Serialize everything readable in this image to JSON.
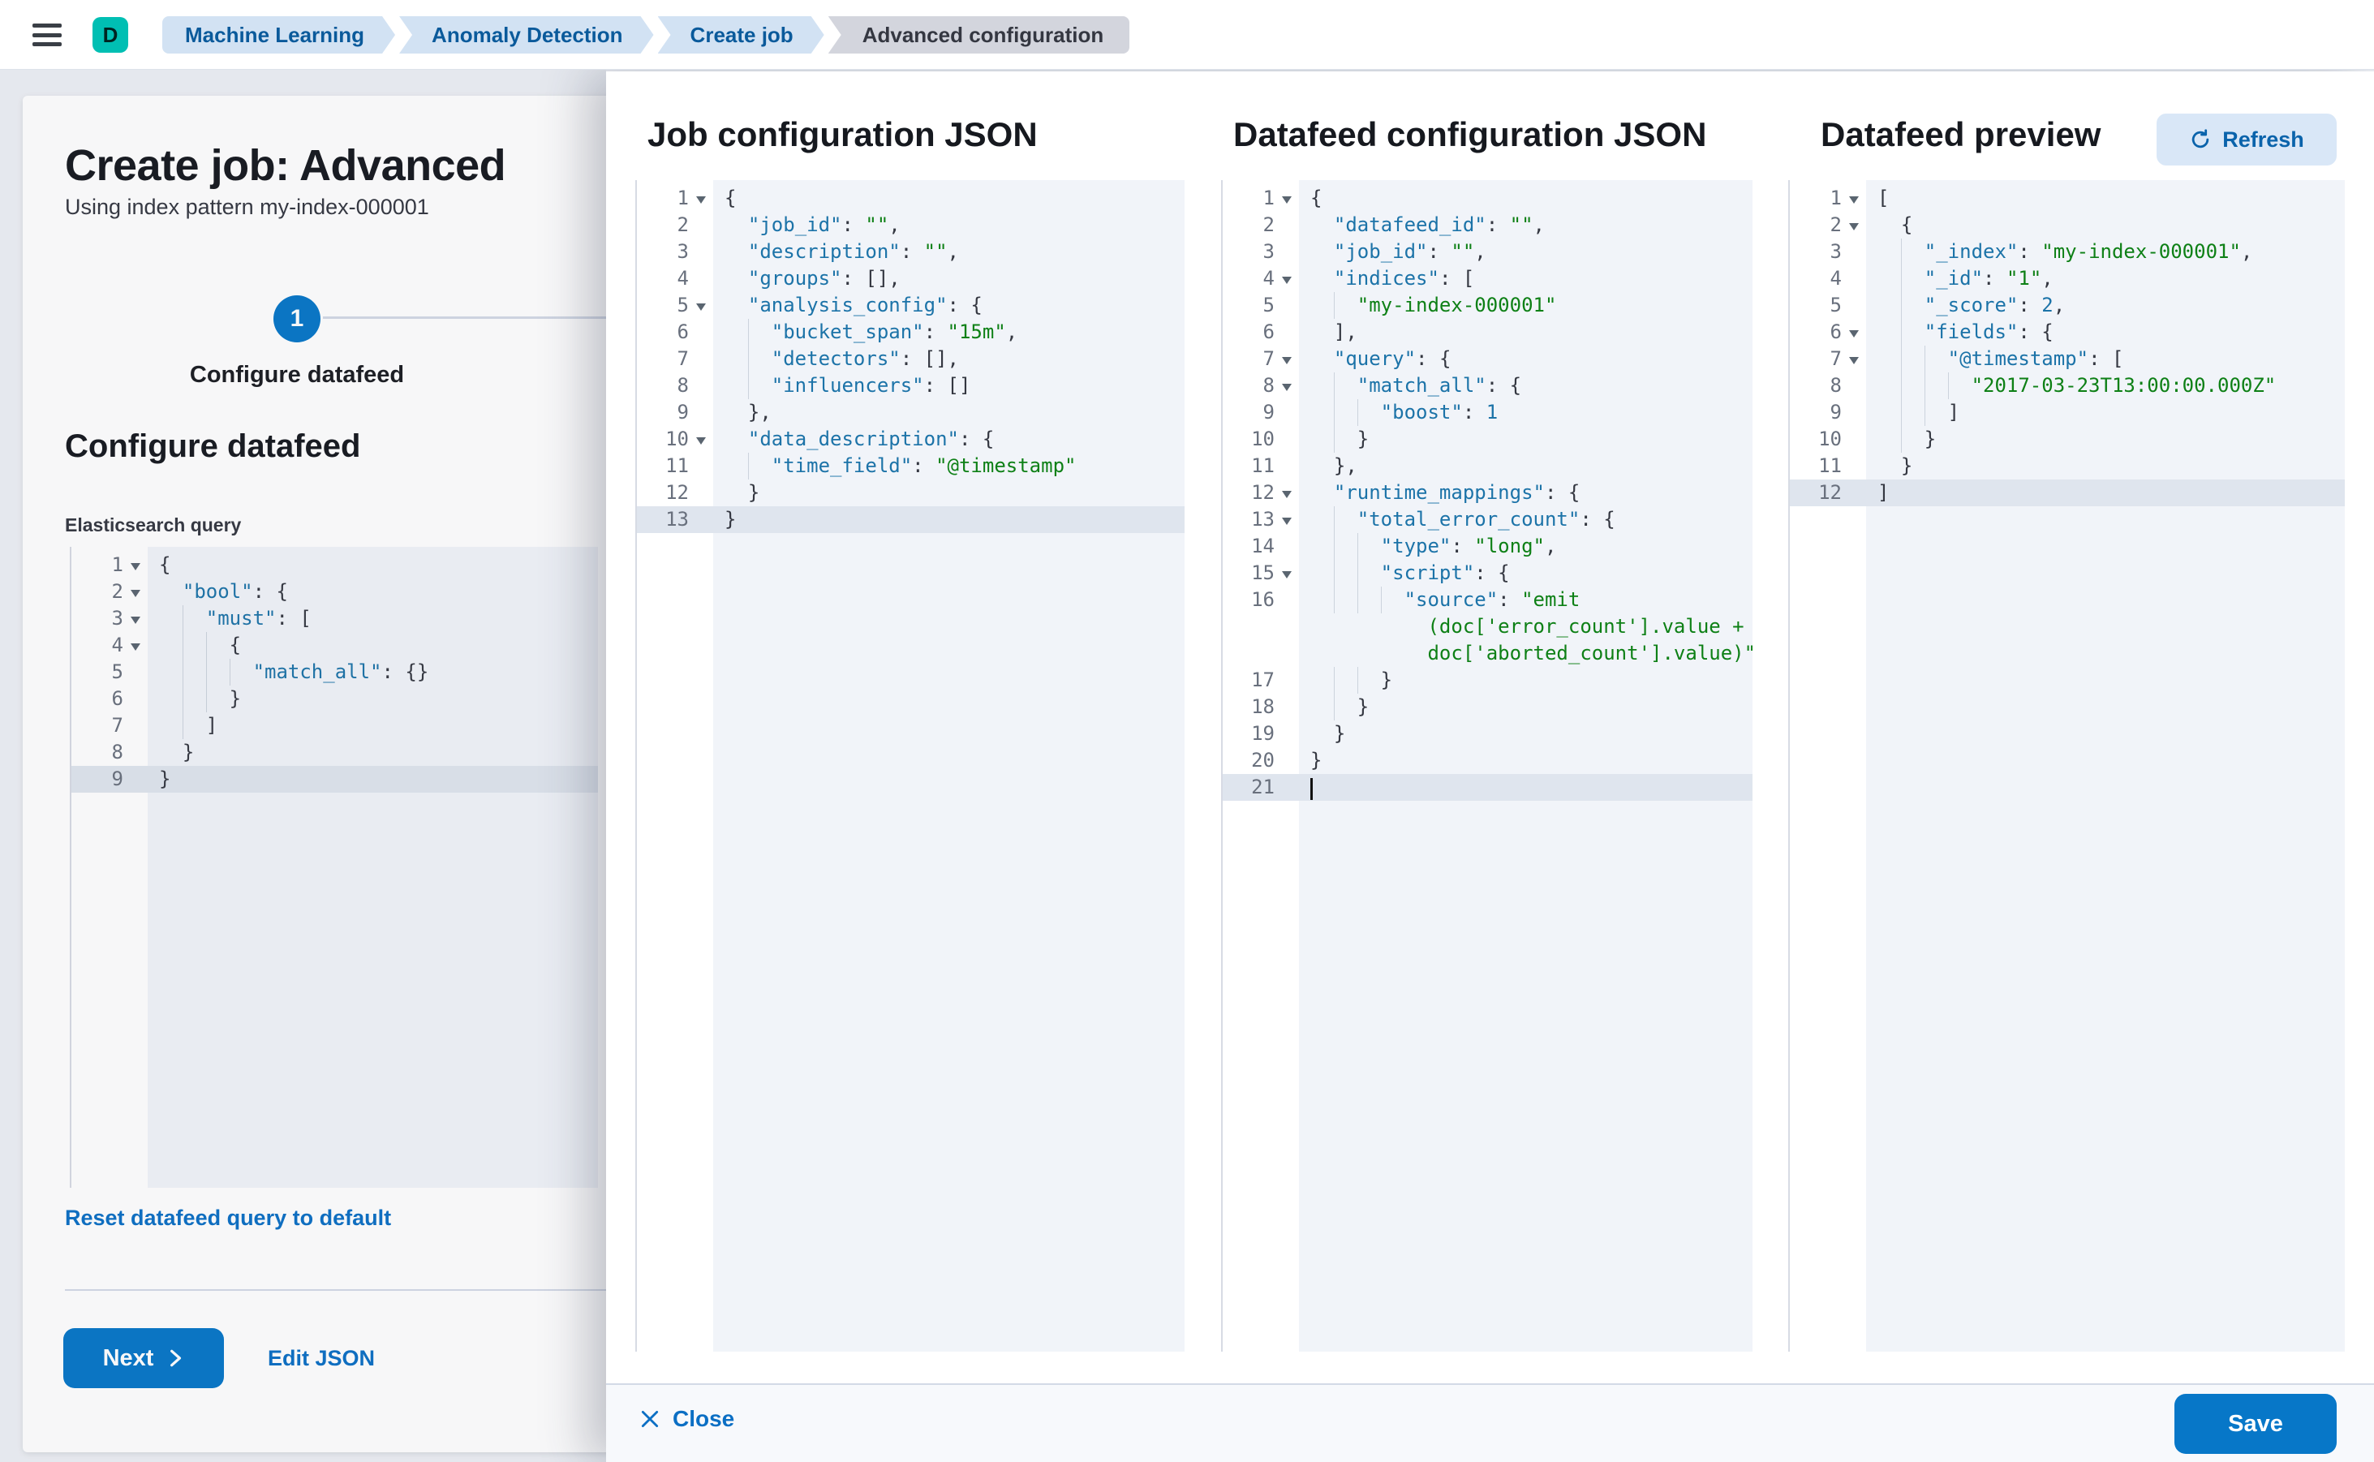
{
  "topbar": {
    "avatar_initial": "D",
    "breadcrumbs": [
      {
        "label": "Machine Learning",
        "current": false
      },
      {
        "label": "Anomaly Detection",
        "current": false
      },
      {
        "label": "Create job",
        "current": false
      },
      {
        "label": "Advanced configuration",
        "current": true
      }
    ]
  },
  "left_panel": {
    "title": "Create job: Advanced",
    "subtitle": "Using index pattern my-index-000001",
    "step_number": "1",
    "step_label": "Configure datafeed",
    "section_heading": "Configure datafeed",
    "query_label": "Elasticsearch query",
    "reset_link": "Reset datafeed query to default",
    "next_button": "Next",
    "edit_json_link": "Edit JSON"
  },
  "flyout": {
    "job_config_title": "Job configuration JSON",
    "datafeed_config_title": "Datafeed configuration JSON",
    "preview_title": "Datafeed preview",
    "refresh_button": "Refresh",
    "close_button": "Close",
    "save_button": "Save"
  },
  "colors": {
    "primary_button": "#0777c8",
    "link": "#0b6fc4",
    "avatar": "#00bfb3",
    "breadcrumb_bg": "#d2e2f3",
    "breadcrumb_text": "#0a5a9b",
    "breadcrumb_current_bg": "#d3d5dd",
    "code_key": "#1c73a8",
    "code_string": "#0e8016",
    "code_punct": "#343741",
    "active_line_bg": "#dfe5ee"
  },
  "editors": {
    "es_query": {
      "lines": [
        {
          "f": 1,
          "i": 0,
          "s": [
            [
              "p",
              "{"
            ]
          ]
        },
        {
          "f": 1,
          "i": 1,
          "s": [
            [
              "k",
              "\"bool\""
            ],
            [
              "p",
              ": {"
            ]
          ]
        },
        {
          "f": 1,
          "i": 2,
          "s": [
            [
              "k",
              "\"must\""
            ],
            [
              "p",
              ": ["
            ]
          ]
        },
        {
          "f": 1,
          "i": 3,
          "s": [
            [
              "p",
              "{"
            ]
          ]
        },
        {
          "i": 4,
          "s": [
            [
              "k",
              "\"match_all\""
            ],
            [
              "p",
              ": {}"
            ]
          ]
        },
        {
          "i": 3,
          "s": [
            [
              "p",
              "}"
            ]
          ]
        },
        {
          "i": 2,
          "s": [
            [
              "p",
              "]"
            ]
          ]
        },
        {
          "i": 1,
          "s": [
            [
              "p",
              "}"
            ]
          ]
        },
        {
          "i": 0,
          "a": 1,
          "s": [
            [
              "p",
              "}"
            ]
          ]
        }
      ]
    },
    "job_config": {
      "lines": [
        {
          "f": 1,
          "i": 0,
          "s": [
            [
              "p",
              "{"
            ]
          ]
        },
        {
          "i": 1,
          "s": [
            [
              "k",
              "\"job_id\""
            ],
            [
              "p",
              ": "
            ],
            [
              "s",
              "\"\""
            ],
            [
              "p",
              ","
            ]
          ]
        },
        {
          "i": 1,
          "s": [
            [
              "k",
              "\"description\""
            ],
            [
              "p",
              ": "
            ],
            [
              "s",
              "\"\""
            ],
            [
              "p",
              ","
            ]
          ]
        },
        {
          "i": 1,
          "s": [
            [
              "k",
              "\"groups\""
            ],
            [
              "p",
              ": [],"
            ]
          ]
        },
        {
          "f": 1,
          "i": 1,
          "s": [
            [
              "k",
              "\"analysis_config\""
            ],
            [
              "p",
              ": {"
            ]
          ]
        },
        {
          "i": 2,
          "s": [
            [
              "k",
              "\"bucket_span\""
            ],
            [
              "p",
              ": "
            ],
            [
              "s",
              "\"15m\""
            ],
            [
              "p",
              ","
            ]
          ]
        },
        {
          "i": 2,
          "s": [
            [
              "k",
              "\"detectors\""
            ],
            [
              "p",
              ": [],"
            ]
          ]
        },
        {
          "i": 2,
          "s": [
            [
              "k",
              "\"influencers\""
            ],
            [
              "p",
              ": []"
            ]
          ]
        },
        {
          "i": 1,
          "s": [
            [
              "p",
              "},"
            ]
          ]
        },
        {
          "f": 1,
          "i": 1,
          "s": [
            [
              "k",
              "\"data_description\""
            ],
            [
              "p",
              ": {"
            ]
          ]
        },
        {
          "i": 2,
          "s": [
            [
              "k",
              "\"time_field\""
            ],
            [
              "p",
              ": "
            ],
            [
              "s",
              "\"@timestamp\""
            ]
          ]
        },
        {
          "i": 1,
          "s": [
            [
              "p",
              "}"
            ]
          ]
        },
        {
          "i": 0,
          "a": 1,
          "s": [
            [
              "p",
              "}"
            ]
          ]
        }
      ]
    },
    "datafeed_config": {
      "lines": [
        {
          "f": 1,
          "i": 0,
          "s": [
            [
              "p",
              "{"
            ]
          ]
        },
        {
          "i": 1,
          "s": [
            [
              "k",
              "\"datafeed_id\""
            ],
            [
              "p",
              ": "
            ],
            [
              "s",
              "\"\""
            ],
            [
              "p",
              ","
            ]
          ]
        },
        {
          "i": 1,
          "s": [
            [
              "k",
              "\"job_id\""
            ],
            [
              "p",
              ": "
            ],
            [
              "s",
              "\"\""
            ],
            [
              "p",
              ","
            ]
          ]
        },
        {
          "f": 1,
          "i": 1,
          "s": [
            [
              "k",
              "\"indices\""
            ],
            [
              "p",
              ": ["
            ]
          ]
        },
        {
          "i": 2,
          "s": [
            [
              "s",
              "\"my-index-000001\""
            ]
          ]
        },
        {
          "i": 1,
          "s": [
            [
              "p",
              "],"
            ]
          ]
        },
        {
          "f": 1,
          "i": 1,
          "s": [
            [
              "k",
              "\"query\""
            ],
            [
              "p",
              ": {"
            ]
          ]
        },
        {
          "f": 1,
          "i": 2,
          "s": [
            [
              "k",
              "\"match_all\""
            ],
            [
              "p",
              ": {"
            ]
          ]
        },
        {
          "i": 3,
          "s": [
            [
              "k",
              "\"boost\""
            ],
            [
              "p",
              ": "
            ],
            [
              "v",
              "1"
            ]
          ]
        },
        {
          "i": 2,
          "s": [
            [
              "p",
              "}"
            ]
          ]
        },
        {
          "i": 1,
          "s": [
            [
              "p",
              "},"
            ]
          ]
        },
        {
          "f": 1,
          "i": 1,
          "s": [
            [
              "k",
              "\"runtime_mappings\""
            ],
            [
              "p",
              ": {"
            ]
          ]
        },
        {
          "f": 1,
          "i": 2,
          "s": [
            [
              "k",
              "\"total_error_count\""
            ],
            [
              "p",
              ": {"
            ]
          ]
        },
        {
          "i": 3,
          "s": [
            [
              "k",
              "\"type\""
            ],
            [
              "p",
              ": "
            ],
            [
              "s",
              "\"long\""
            ],
            [
              "p",
              ","
            ]
          ]
        },
        {
          "f": 1,
          "i": 3,
          "s": [
            [
              "k",
              "\"script\""
            ],
            [
              "p",
              ": {"
            ]
          ]
        },
        {
          "i": 4,
          "s": [
            [
              "k",
              "\"source\""
            ],
            [
              "p",
              ": "
            ],
            [
              "s",
              "\"emit"
            ]
          ],
          "w": [
            [
              [
                "s",
                "(doc['error_count'].value +"
              ]
            ],
            [
              [
                "s",
                "doc['aborted_count'].value)\""
              ]
            ]
          ]
        },
        {
          "i": 3,
          "s": [
            [
              "p",
              "}"
            ]
          ]
        },
        {
          "i": 2,
          "s": [
            [
              "p",
              "}"
            ]
          ]
        },
        {
          "i": 1,
          "s": [
            [
              "p",
              "}"
            ]
          ]
        },
        {
          "i": 0,
          "s": [
            [
              "p",
              "}"
            ]
          ]
        },
        {
          "i": 0,
          "a": 1,
          "c": 1,
          "s": []
        }
      ]
    },
    "preview": {
      "lines": [
        {
          "f": 1,
          "i": 0,
          "s": [
            [
              "p",
              "["
            ]
          ]
        },
        {
          "f": 1,
          "i": 1,
          "s": [
            [
              "p",
              "{"
            ]
          ]
        },
        {
          "i": 2,
          "s": [
            [
              "k",
              "\"_index\""
            ],
            [
              "p",
              ": "
            ],
            [
              "s",
              "\"my-index-000001\""
            ],
            [
              "p",
              ","
            ]
          ]
        },
        {
          "i": 2,
          "s": [
            [
              "k",
              "\"_id\""
            ],
            [
              "p",
              ": "
            ],
            [
              "s",
              "\"1\""
            ],
            [
              "p",
              ","
            ]
          ]
        },
        {
          "i": 2,
          "s": [
            [
              "k",
              "\"_score\""
            ],
            [
              "p",
              ": "
            ],
            [
              "v",
              "2"
            ],
            [
              "p",
              ","
            ]
          ]
        },
        {
          "f": 1,
          "i": 2,
          "s": [
            [
              "k",
              "\"fields\""
            ],
            [
              "p",
              ": {"
            ]
          ]
        },
        {
          "f": 1,
          "i": 3,
          "s": [
            [
              "k",
              "\"@timestamp\""
            ],
            [
              "p",
              ": ["
            ]
          ]
        },
        {
          "i": 4,
          "s": [
            [
              "s",
              "\"2017-03-23T13:00:00.000Z\""
            ]
          ]
        },
        {
          "i": 3,
          "s": [
            [
              "p",
              "]"
            ]
          ]
        },
        {
          "i": 2,
          "s": [
            [
              "p",
              "}"
            ]
          ]
        },
        {
          "i": 1,
          "s": [
            [
              "p",
              "}"
            ]
          ]
        },
        {
          "i": 0,
          "a": 1,
          "s": [
            [
              "p",
              "]"
            ]
          ]
        }
      ]
    }
  }
}
